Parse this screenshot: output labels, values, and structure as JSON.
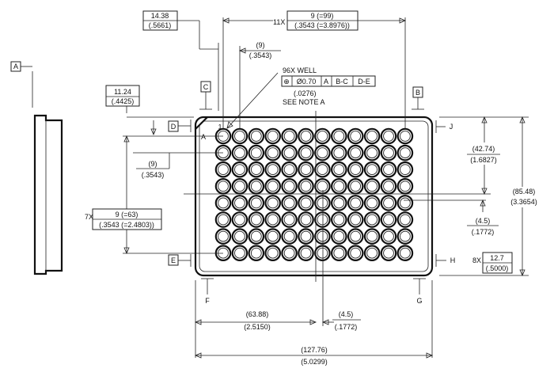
{
  "datum_labels": {
    "A": "A",
    "B": "B",
    "C": "C",
    "D": "D",
    "E": "E",
    "F": "F",
    "G": "G",
    "H": "H",
    "J": "J"
  },
  "corner_labels": {
    "a1": "A",
    "one": "1"
  },
  "dims": {
    "top_left": {
      "mm": "14.38",
      "in": "(.5661)"
    },
    "col_pitch_all": {
      "prefix": "11X",
      "mm": "9 (=99)",
      "in": "(.3543 (=3.8976))"
    },
    "col_pitch": {
      "mm": "(9)",
      "in": "(.3543)"
    },
    "left_offset": {
      "mm": "11.24",
      "in": "(.4425)"
    },
    "row_pitch": {
      "mm": "(9)",
      "in": "(.3543)"
    },
    "row_pitch_all": {
      "prefix": "7X",
      "mm": "9 (=63)",
      "in": "(.3543 (=2.4803))"
    },
    "right_upper": {
      "mm": "(42.74)",
      "in": "(1.6827)"
    },
    "overall_h": {
      "mm": "(85.48)",
      "in": "(3.3654)"
    },
    "right_mid": {
      "mm": "(4.5)",
      "in": "(.1772)"
    },
    "edge_height": {
      "prefix": "8X",
      "mm": "12.7",
      "in": "(.5000)"
    },
    "bottom_center": {
      "mm": "(63.88)",
      "in": "(2.5150)"
    },
    "bottom_offset": {
      "mm": "(4.5)",
      "in": "(.1772)"
    },
    "overall_w": {
      "mm": "(127.76)",
      "in": "(5.0299)"
    }
  },
  "well_note": {
    "line1": "96X WELL",
    "tol_symbol": "⊕",
    "tol_value": "Ø0.70",
    "ref1": "A",
    "ref2": "B-C",
    "ref3": "D-E",
    "line2": "(.0276)",
    "line3": "SEE NOTE A"
  },
  "plate": {
    "rows": 8,
    "columns": 12,
    "wells": 96
  }
}
